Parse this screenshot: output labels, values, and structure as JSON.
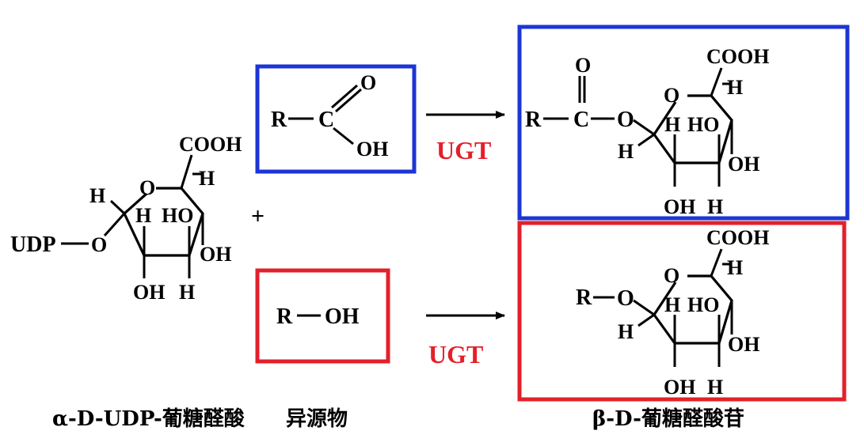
{
  "colors": {
    "blue": "#1c35d6",
    "red": "#e3202a",
    "black": "#000000"
  },
  "donor": {
    "cooh": "COOH",
    "h_top": "H",
    "o_ring": "O",
    "h_left": "H",
    "udp": "UDP",
    "o_link": "O",
    "h_mid": "H",
    "ho_mid": "HO",
    "oh_right": "OH",
    "oh_bottom": "OH",
    "h_bottom": "H"
  },
  "plus": "+",
  "substrate_acid": {
    "r": "R",
    "c": "C",
    "o_top": "O",
    "oh": "OH"
  },
  "substrate_alcohol": {
    "r": "R",
    "oh": "OH"
  },
  "enzyme_top": "UGT",
  "enzyme_bottom": "UGT",
  "product_ester": {
    "o_carbonyl": "O",
    "r": "R",
    "c": "C",
    "o_link": "O",
    "cooh": "COOH",
    "o_ring": "O",
    "h_top": "H",
    "h_mid": "H",
    "ho_mid": "HO",
    "h_left": "H",
    "oh_right": "OH",
    "oh_bottom": "OH",
    "h_bottom": "H"
  },
  "product_ether": {
    "cooh": "COOH",
    "r": "R",
    "o_link": "O",
    "o_ring": "O",
    "h_top": "H",
    "h_mid": "H",
    "ho_mid": "HO",
    "h_left": "H",
    "oh_right": "OH",
    "oh_bottom": "OH",
    "h_bottom": "H"
  },
  "captions": {
    "donor": "α-D-UDP-葡糖醛酸",
    "acceptor": "异源物",
    "product": "β-D-葡糖醛酸苷"
  }
}
